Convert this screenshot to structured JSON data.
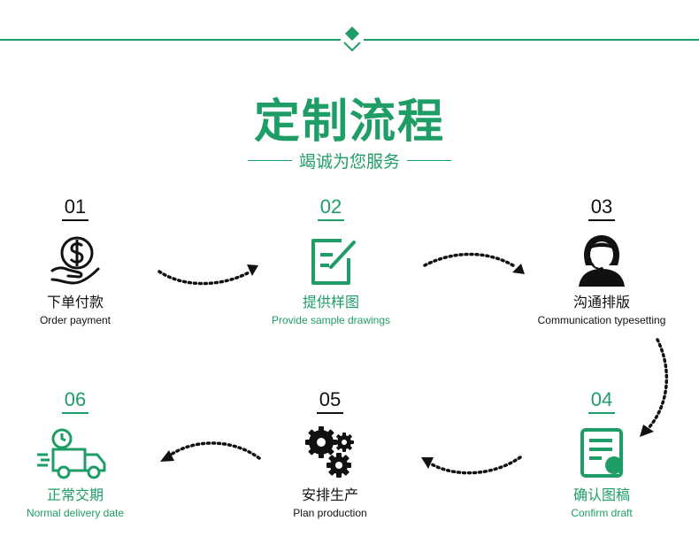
{
  "header": {
    "title": "定制流程",
    "subtitle": "竭诚为您服务"
  },
  "steps": [
    {
      "number": "01",
      "cn": "下单付款",
      "en": "Order payment",
      "icon": "money-hand-icon",
      "color": "#111111"
    },
    {
      "number": "02",
      "cn": "提供样图",
      "en": "Provide sample drawings",
      "icon": "edit-document-icon",
      "color": "#1f9d66"
    },
    {
      "number": "03",
      "cn": "沟通排版",
      "en": "Communication typesetting",
      "icon": "customer-service-icon",
      "color": "#111111"
    },
    {
      "number": "04",
      "cn": "确认图稿",
      "en": "Confirm draft",
      "icon": "document-check-icon",
      "color": "#1f9d66"
    },
    {
      "number": "05",
      "cn": "安排生产",
      "en": "Plan production",
      "icon": "gears-icon",
      "color": "#111111"
    },
    {
      "number": "06",
      "cn": "正常交期",
      "en": "Normal delivery date",
      "icon": "delivery-truck-icon",
      "color": "#1f9d66"
    }
  ],
  "colors": {
    "accent": "#1f9d66",
    "text": "#111111"
  }
}
